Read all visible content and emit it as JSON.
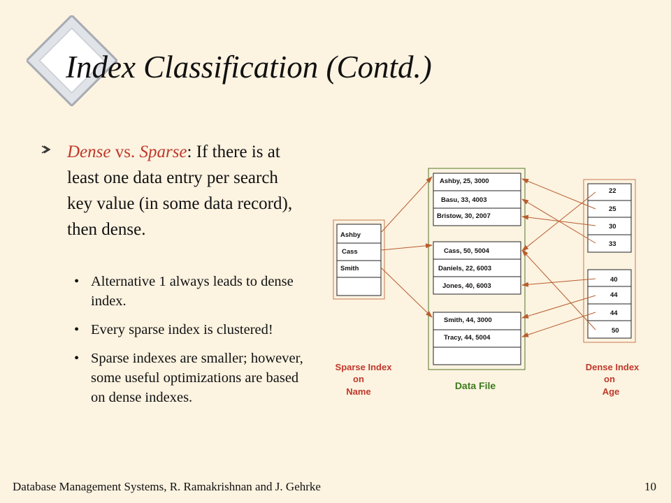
{
  "title": "Index Classification (Contd.)",
  "main_bullet": {
    "term1": "Dense",
    "vs": "vs.",
    "term2": "Sparse",
    "colon": ":",
    "body": "If there is at least one data entry per  search key value (in some data record), then dense."
  },
  "sub_bullets": [
    "Alternative 1 always leads to dense index.",
    "Every sparse index is clustered!",
    "Sparse indexes are smaller; however, some useful optimizations are based on dense indexes."
  ],
  "diagram": {
    "sparse_index": {
      "entries": [
        "Ashby",
        "Cass",
        "Smith"
      ],
      "label": [
        "Sparse Index",
        "on",
        "Name"
      ]
    },
    "data_file": {
      "pages": [
        [
          "Ashby, 25, 3000",
          "Basu, 33, 4003",
          "Bristow, 30, 2007"
        ],
        [
          "Cass, 50, 5004",
          "Daniels, 22, 6003",
          "Jones, 40, 6003"
        ],
        [
          "Smith, 44, 3000",
          "Tracy, 44, 5004"
        ]
      ],
      "label": "Data File"
    },
    "dense_index": {
      "groups": [
        [
          "22",
          "25",
          "30",
          "33"
        ],
        [
          "40",
          "44",
          "44",
          "50"
        ]
      ],
      "label": [
        "Dense Index",
        "on",
        "Age"
      ]
    },
    "colors": {
      "border": "#4f7a28",
      "arrow": "#b85c2e",
      "label": "#c0392b",
      "data_label": "#3d7a1e"
    }
  },
  "footer": {
    "left": "Database Management Systems, R. Ramakrishnan and J. Gehrke",
    "page": "10"
  }
}
